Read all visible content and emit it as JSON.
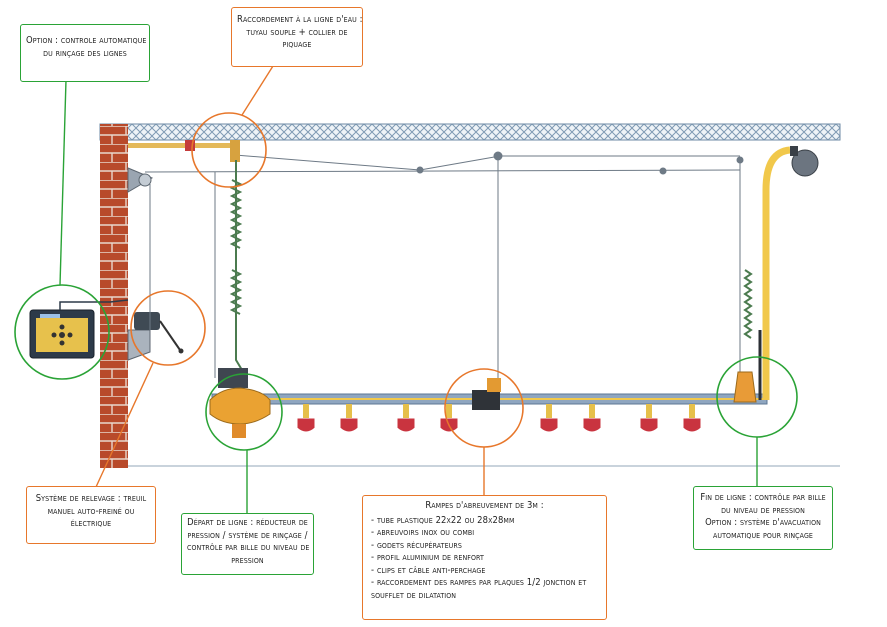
{
  "labels": {
    "option_rincage": [
      "Option : controle automatique",
      "du rinçage des lignes"
    ],
    "raccordement": [
      "Raccordement à la ligne d'eau :",
      "tuyau souple + collier de",
      "piquage"
    ],
    "relevage": [
      "Système de relevage : treuil",
      "manuel auto-freiné ou",
      "électrique"
    ],
    "depart": [
      "Départ de ligne : réducteur de",
      "pression / système de rinçage /",
      "contrôle par bille du niveau de",
      "pression"
    ],
    "rampes_title": "Rampes d'abreuvement de 3m :",
    "rampes_items": [
      "tube plastique 22x22 ou 28x28mm",
      "abreuvoirs inox ou combi",
      "godets récupérateurs",
      "profil aluminium de renfort",
      "clips et câble anti-perchage",
      "raccordement des rampes par plaques 1/2 jonction et soufflet de dilatation"
    ],
    "fin": [
      "Fin de ligne : contrôle par bille",
      "du niveau de pression",
      "Option : système d'avacuation",
      "automatique pour rinçage"
    ]
  },
  "colors": {
    "green": "#2aa336",
    "orange": "#e7772b",
    "brick": "#b94a2c",
    "ceiling": "#9bb4c9",
    "pipe_yellow": "#f1c84b",
    "cup_red": "#c9343f",
    "rail": "#8fa6c0"
  }
}
